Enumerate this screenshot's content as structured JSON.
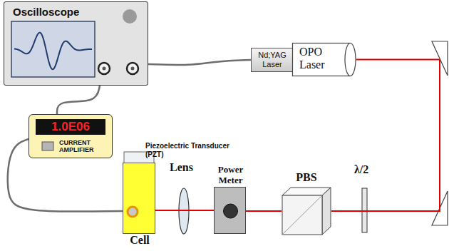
{
  "diagram": {
    "nodes": [
      {
        "text": [
          "Oscilloscope"
        ]
      },
      {
        "text": [
          "Nd;YAG Laser"
        ]
      },
      {
        "text": [
          "OPO Laser"
        ]
      },
      {
        "text": [
          "1.0E06",
          "CURRENT AMPLIFIER"
        ]
      },
      {
        "text": [
          "Cell"
        ]
      },
      {
        "text": [
          "Power Meter"
        ]
      },
      {
        "text": [
          "PBS"
        ]
      }
    ],
    "edges": [
      {
        "from": 0,
        "to": 1,
        "arrow": "none"
      },
      {
        "from": 0,
        "to": 3,
        "arrow": "none"
      },
      {
        "from": 3,
        "to": 4,
        "arrow": "none"
      },
      {
        "from": 2,
        "to": 6,
        "arrow": "none"
      },
      {
        "from": 6,
        "to": 5,
        "arrow": "none"
      },
      {
        "from": 5,
        "to": 4,
        "arrow": "none"
      }
    ],
    "labels": [
      "Piezoelectric Transducer (PZT)",
      "Lens",
      "λ/2"
    ]
  }
}
